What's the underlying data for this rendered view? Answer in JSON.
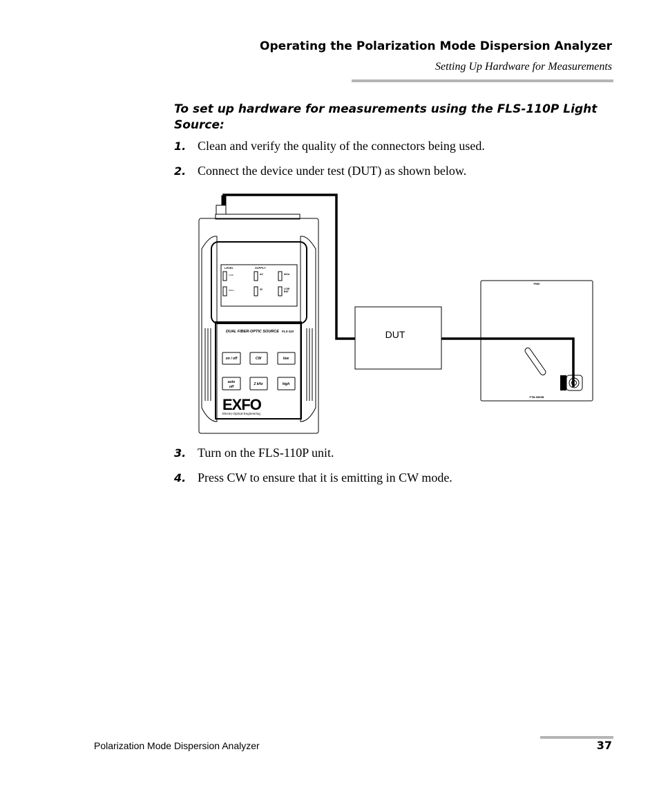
{
  "header": {
    "title": "Operating the Polarization Mode Dispersion Analyzer",
    "subtitle": "Setting Up Hardware for Measurements"
  },
  "procedure_title": "To set up hardware for measurements using the FLS-110P Light Source:",
  "steps": [
    {
      "number": "1.",
      "text": "Clean and verify the quality of the connectors being used."
    },
    {
      "number": "2.",
      "text": "Connect the device under test (DUT) as shown below."
    },
    {
      "number": "3.",
      "text": "Turn on the FLS-110P unit."
    },
    {
      "number": "4.",
      "text": "Press CW to ensure that it is emitting in CW mode."
    }
  ],
  "diagram": {
    "source": {
      "level_label": "LEVEL",
      "supply_label": "SUPPLY",
      "led_low": "LOW",
      "led_high": "HIGH",
      "led_ac": "AC",
      "led_nicd": "NiCd",
      "led_9v": "9V",
      "led_low_bat_1": "LOW",
      "led_low_bat_2": "BAT",
      "product_name": "DUAL FIBER-OPTIC SOURCE",
      "model": "FLS-110",
      "buttons": {
        "on_off": "on / off",
        "cw": "CW",
        "low": "low",
        "auto_off_1": "auto",
        "auto_off_2": "off",
        "khz": "2 kHz",
        "high": "high"
      },
      "brand": "EXFO",
      "brand_tagline": "Electro-Optical Engineering"
    },
    "dut_label": "DUT",
    "analyzer": {
      "top_label": "PMD",
      "bottom_label": "FTB-5500B"
    }
  },
  "footer": {
    "doc_title": "Polarization Mode Dispersion Analyzer",
    "page_number": "37"
  }
}
